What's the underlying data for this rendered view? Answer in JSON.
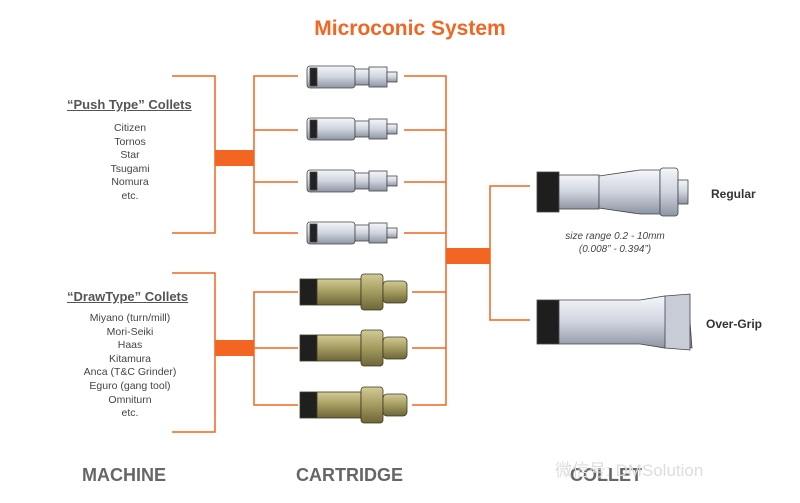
{
  "title": "Microconic System",
  "push_group": {
    "heading": "“Push Type” Collets",
    "items": [
      "Citizen",
      "Tornos",
      "Star",
      "Tsugami",
      "Nomura",
      "etc."
    ]
  },
  "draw_group": {
    "heading": "“DrawType” Collets",
    "items": [
      "Miyano (turn/mill)",
      "Mori-Seiki",
      "Haas",
      "Kitamura",
      "Anca (T&C Grinder)",
      "Eguro (gang tool)",
      "Omniturn",
      "etc."
    ]
  },
  "columns": {
    "machine": "MACHINE",
    "cartridge": "CARTRIDGE",
    "collet": "COLLET"
  },
  "collets": {
    "regular_label": "Regular",
    "overgrip_label": "Over-Grip",
    "size_range": "size range 0.2 - 10mm",
    "size_range_inch": "(0.008” - 0.394”)"
  },
  "watermark": "微信号: DMSolution",
  "colors": {
    "accent": "#f26522",
    "text": "#444444",
    "olive": "#9a9057",
    "silver": "#d9dde6"
  }
}
